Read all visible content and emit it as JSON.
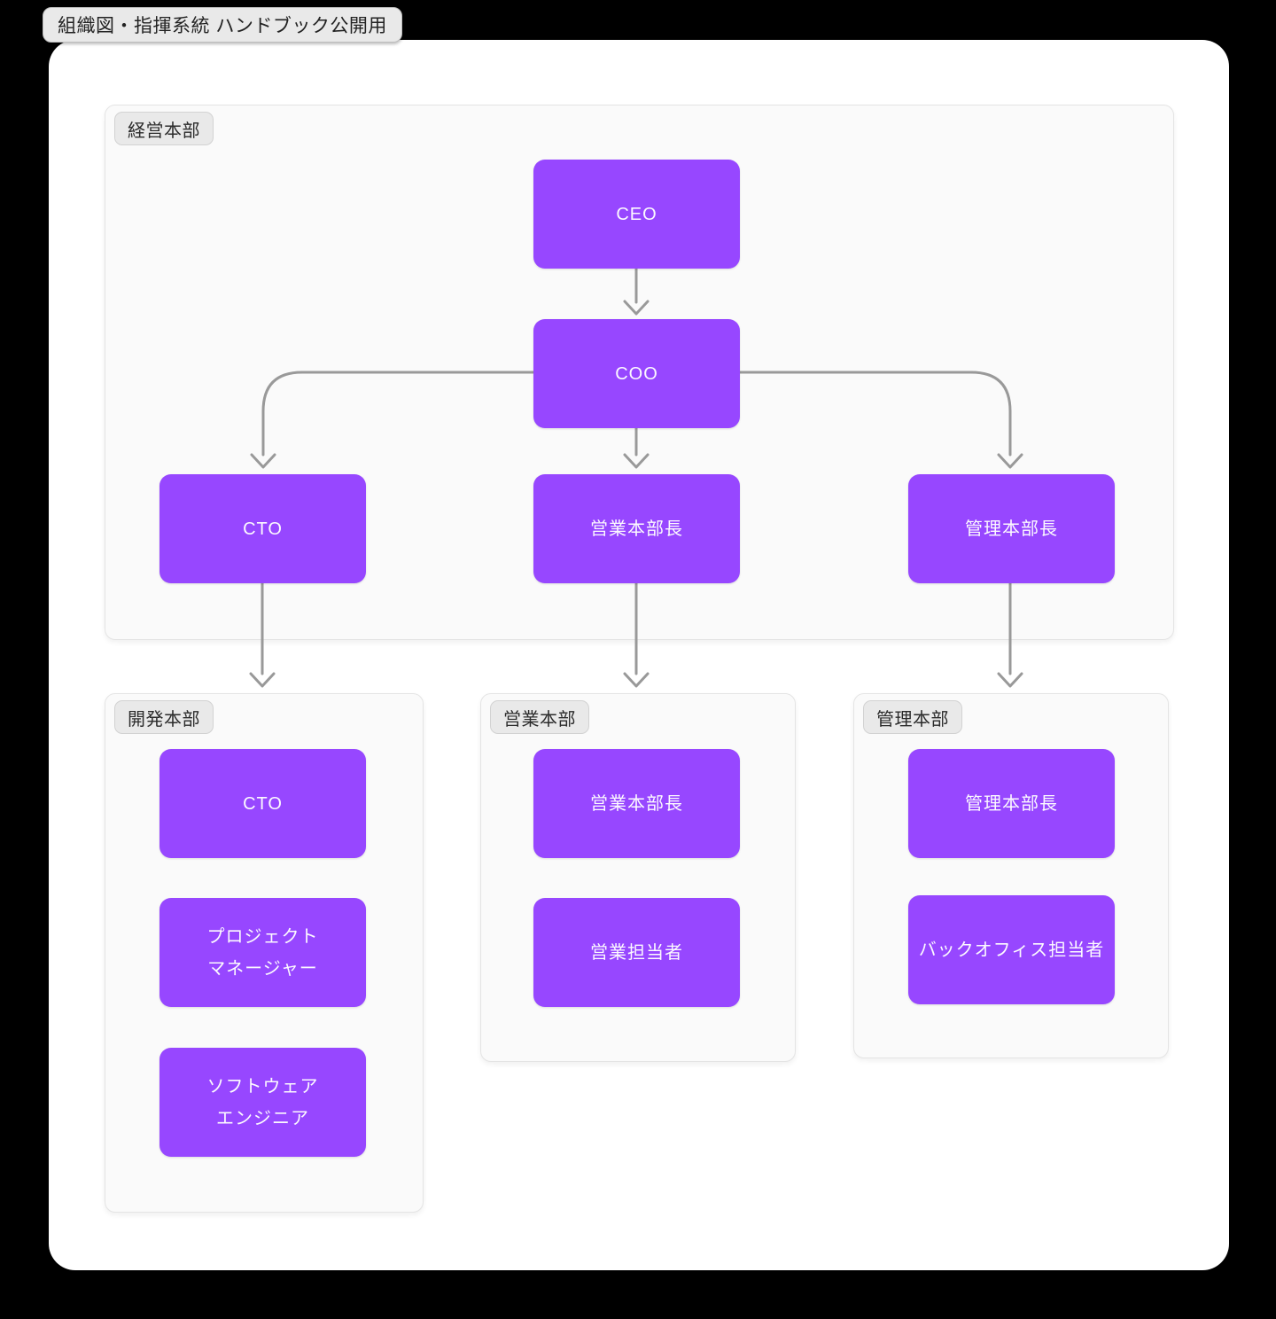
{
  "page": {
    "title_badge": "組織図・指揮系統 ハンドブック公開用"
  },
  "colors": {
    "node_fill": "#9747FF",
    "node_text": "#FFFFFF",
    "edge": "#999999",
    "group_fill": "#FAFAFA",
    "group_border": "#E4E4E4",
    "badge_fill": "#E9E9E9",
    "badge_text": "#2B2B2B",
    "board_fill": "#FFFFFF"
  },
  "diagram": {
    "type": "org-chart",
    "groups": [
      {
        "id": "executive",
        "label": "経営本部",
        "nodes": [
          {
            "id": "ceo",
            "label": "CEO"
          },
          {
            "id": "coo",
            "label": "COO"
          },
          {
            "id": "cto",
            "label": "CTO"
          },
          {
            "id": "sales-head",
            "label": "営業本部長"
          },
          {
            "id": "admin-head",
            "label": "管理本部長"
          }
        ]
      },
      {
        "id": "development",
        "label": "開発本部",
        "nodes": [
          {
            "id": "dev-cto",
            "label": "CTO"
          },
          {
            "id": "project-manager",
            "label": "プロジェクト\nマネージャー"
          },
          {
            "id": "software-engineer",
            "label": "ソフトウェア\nエンジニア"
          }
        ]
      },
      {
        "id": "sales",
        "label": "営業本部",
        "nodes": [
          {
            "id": "sales-head-2",
            "label": "営業本部長"
          },
          {
            "id": "sales-rep",
            "label": "営業担当者"
          }
        ]
      },
      {
        "id": "admin",
        "label": "管理本部",
        "nodes": [
          {
            "id": "admin-head-2",
            "label": "管理本部長"
          },
          {
            "id": "back-office",
            "label": "バックオフィス担当者"
          }
        ]
      }
    ],
    "edges": [
      {
        "from": "CEO",
        "to": "COO"
      },
      {
        "from": "COO",
        "to": "CTO"
      },
      {
        "from": "COO",
        "to": "営業本部長"
      },
      {
        "from": "COO",
        "to": "管理本部長"
      },
      {
        "from": "CTO",
        "to": "開発本部"
      },
      {
        "from": "営業本部長",
        "to": "営業本部"
      },
      {
        "from": "管理本部長",
        "to": "管理本部"
      }
    ]
  }
}
